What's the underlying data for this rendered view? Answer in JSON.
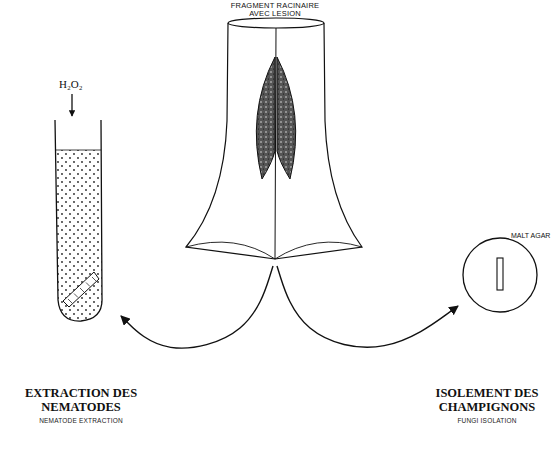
{
  "diagram": {
    "nodes": [
      {
        "text": [
          "FRAGMENT RACINAIRE AVEC LESION"
        ]
      },
      {
        "text": [
          "EXTRACTION DES NEMATODES",
          "NEMATODE EXTRACTION"
        ]
      },
      {
        "text": [
          "ISOLEMENT DES CHAMPIGNONS",
          "FUNGI ISOLATION"
        ]
      }
    ],
    "edges": [
      {
        "from": 0,
        "to": 1,
        "arrow": "to"
      },
      {
        "from": 0,
        "to": 2,
        "arrow": "to"
      }
    ],
    "labels": [
      "H₂O₂",
      "MALT AGAR"
    ]
  }
}
